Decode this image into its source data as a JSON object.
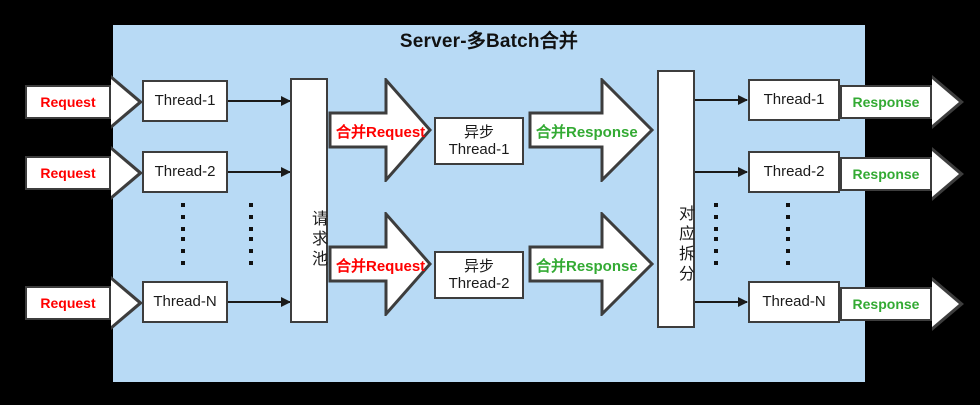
{
  "diagram": {
    "title": "Server-多Batch合并",
    "background_color": "#000000",
    "panel_color": "#b8daf5",
    "request_color": "#ff0000",
    "response_color": "#33aa33",
    "box_border_color": "#3d3d3d"
  },
  "inputs": [
    {
      "label": "Request"
    },
    {
      "label": "Request"
    },
    {
      "label": "Request"
    }
  ],
  "input_threads": [
    {
      "label": "Thread-1"
    },
    {
      "label": "Thread-2"
    },
    {
      "label": "Thread-N"
    }
  ],
  "request_pool": {
    "label": "请求池"
  },
  "merge_request_arrows": [
    {
      "label": "合并Request"
    },
    {
      "label": "合并Request"
    }
  ],
  "async_threads": [
    {
      "line1": "异步",
      "line2": "Thread-1"
    },
    {
      "line1": "异步",
      "line2": "Thread-2"
    }
  ],
  "merge_response_arrows": [
    {
      "label": "合并Response"
    },
    {
      "label": "合并Response"
    }
  ],
  "split": {
    "label": "对应拆分"
  },
  "output_threads": [
    {
      "label": "Thread-1"
    },
    {
      "label": "Thread-2"
    },
    {
      "label": "Thread-N"
    }
  ],
  "outputs": [
    {
      "label": "Response"
    },
    {
      "label": "Response"
    },
    {
      "label": "Response"
    }
  ],
  "ellipses": [
    {
      "name": "input-thread-ellipsis-left"
    },
    {
      "name": "input-thread-ellipsis-right"
    },
    {
      "name": "output-thread-ellipsis-left"
    },
    {
      "name": "output-thread-ellipsis-right"
    }
  ]
}
